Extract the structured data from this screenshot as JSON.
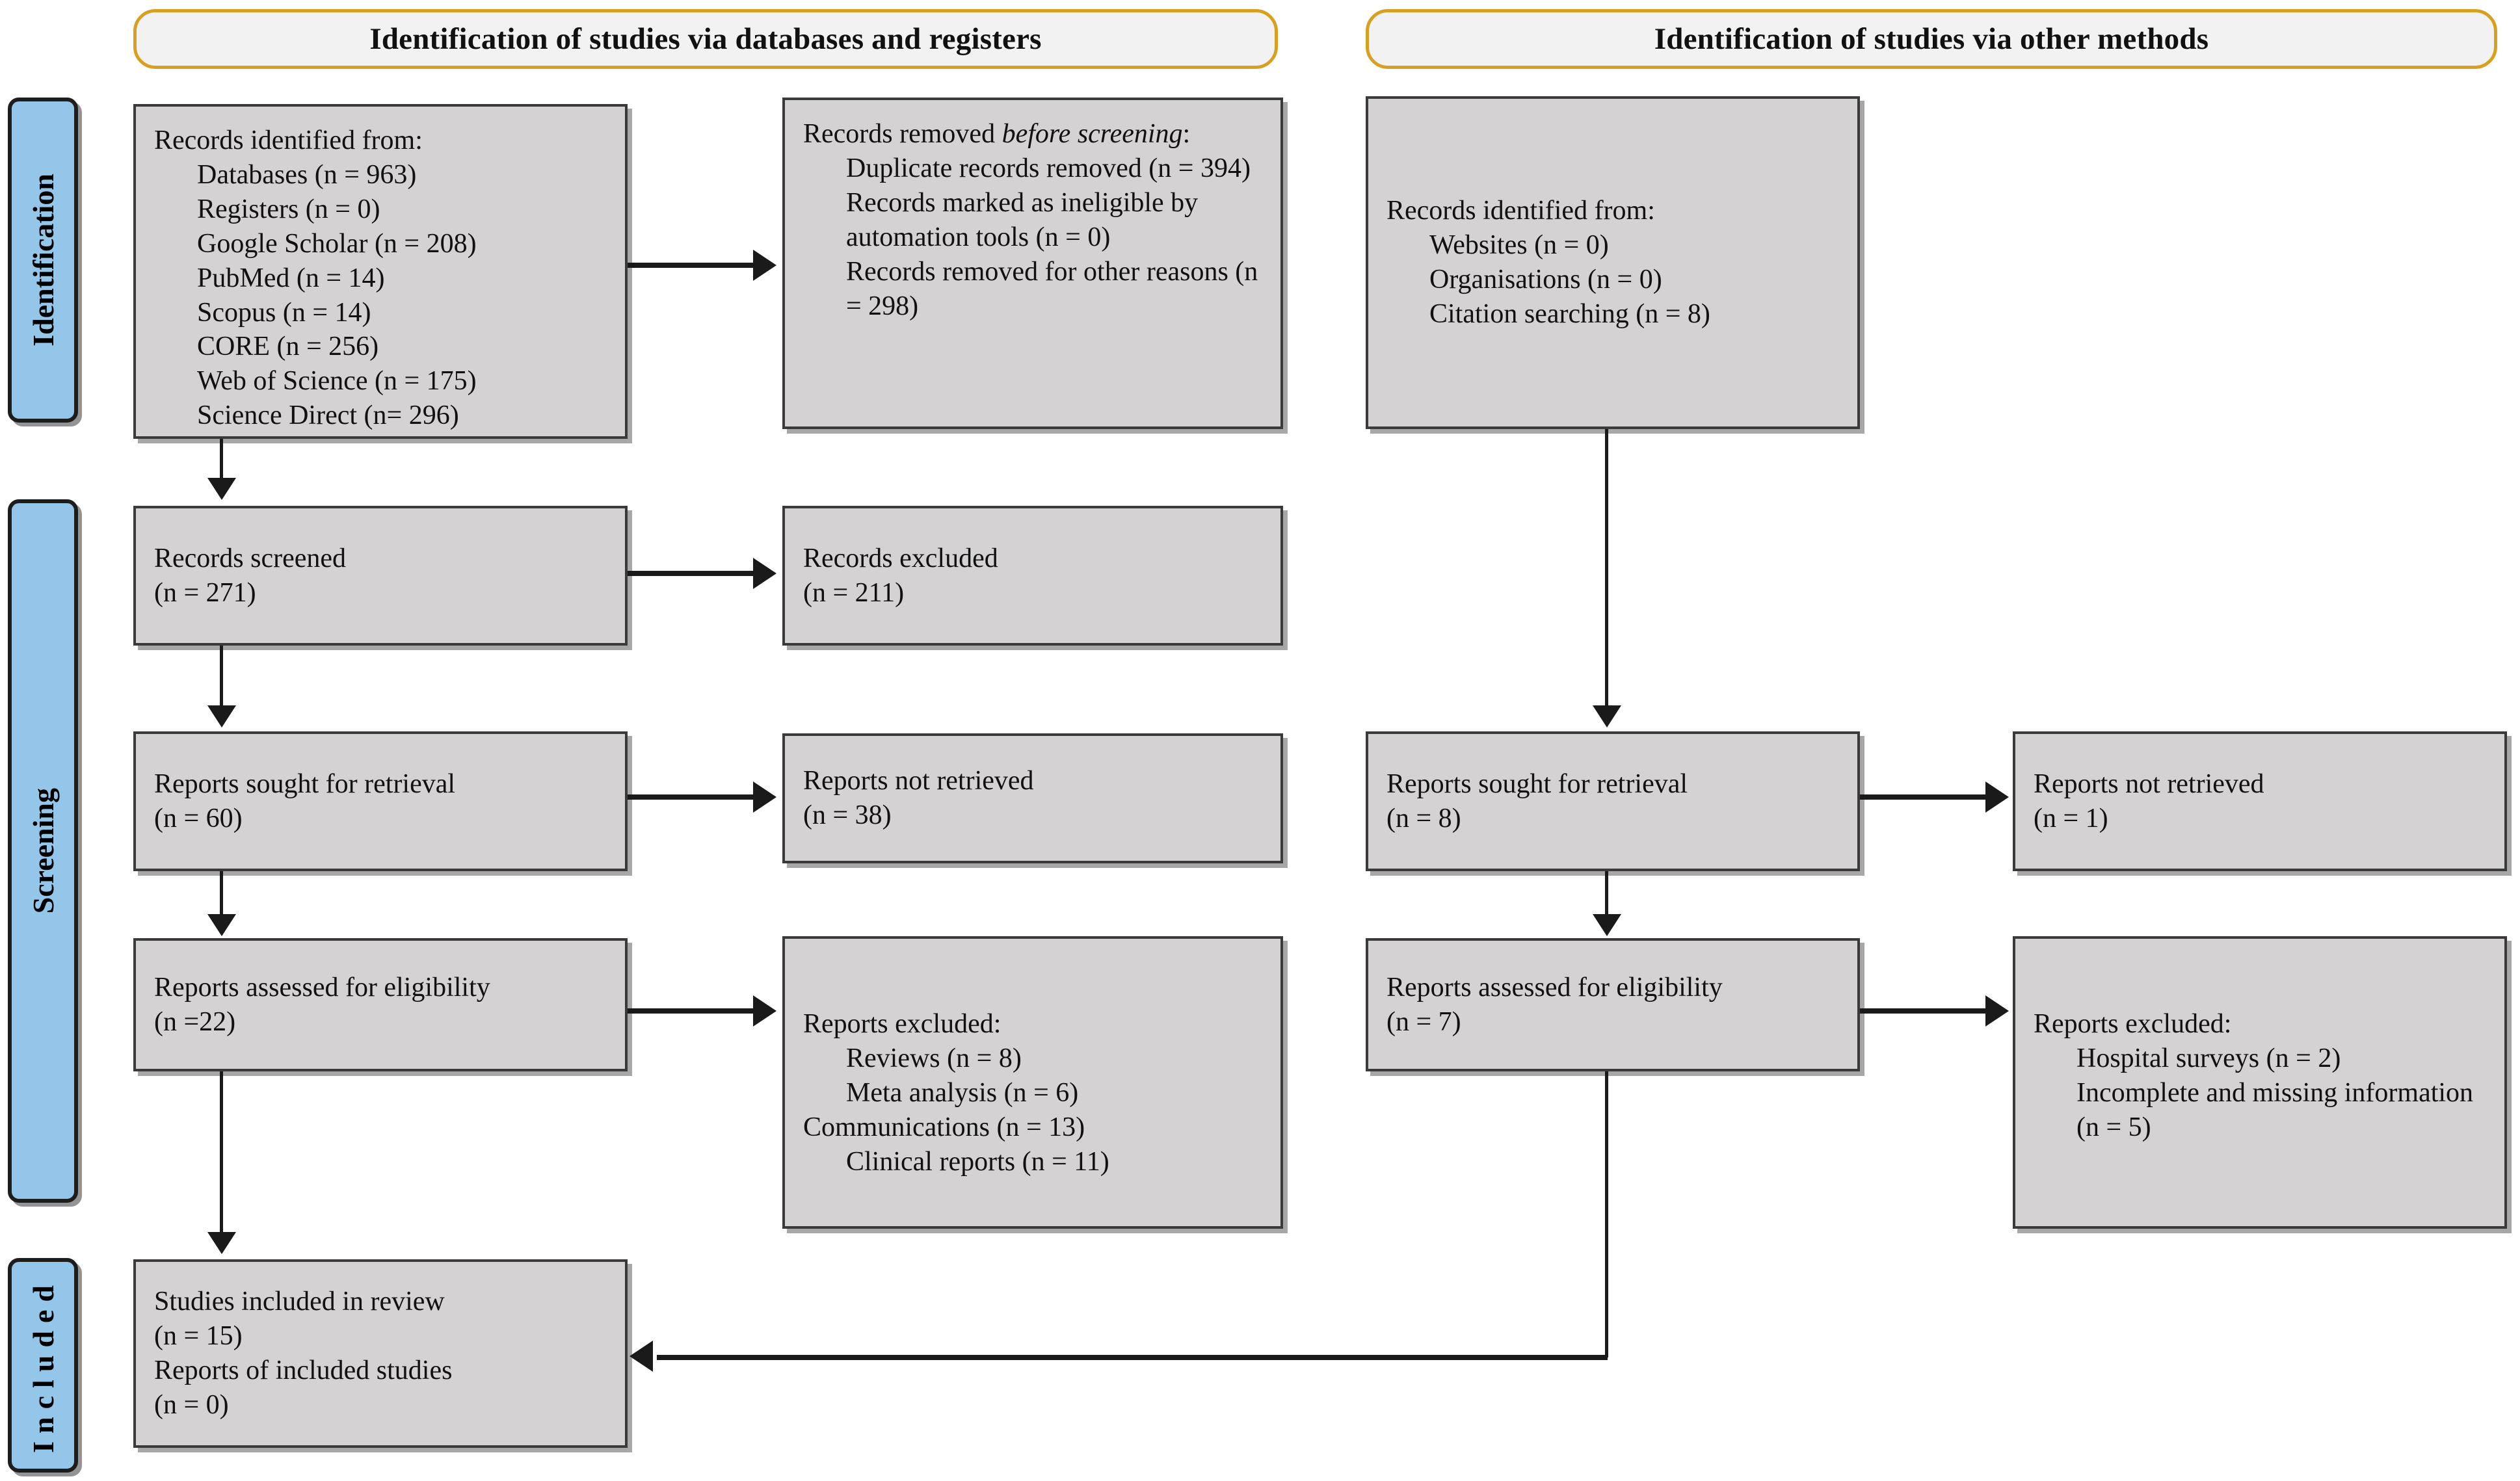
{
  "banners": {
    "left": "Identification of studies via databases and registers",
    "right": "Identification of studies via other methods"
  },
  "stages": {
    "identification": "Identification",
    "screening": "Screening",
    "included": "Included"
  },
  "left_column": {
    "records_identified": {
      "title": "Records identified from:",
      "items": [
        "Databases (n = 963)",
        "Registers (n = 0)",
        "Google Scholar (n = 208)",
        "PubMed (n = 14)",
        "Scopus (n = 14)",
        "CORE (n = 256)",
        "Web of Science (n = 175)",
        "Science Direct (n= 296)"
      ]
    },
    "records_removed": {
      "title_a": "Records removed ",
      "title_italic": "before screening",
      "title_b": ":",
      "items": [
        "Duplicate records removed (n = 394)",
        "Records marked as ineligible by automation tools (n = 0)",
        "Records removed for other reasons (n = 298)"
      ]
    },
    "records_screened": {
      "line1": "Records screened",
      "line2": "(n = 271)"
    },
    "records_excluded": {
      "line1": "Records excluded",
      "line2": "(n = 211)"
    },
    "reports_sought": {
      "line1": "Reports sought for retrieval",
      "line2": "(n = 60)"
    },
    "reports_not_retrieved": {
      "line1": "Reports not retrieved",
      "line2": "(n = 38)"
    },
    "reports_assessed": {
      "line1": "Reports assessed for eligibility",
      "line2": "(n =22)"
    },
    "reports_excluded": {
      "title": "Reports excluded:",
      "items": [
        "Reviews (n = 8)",
        "Meta analysis (n = 6)"
      ],
      "flush_items": [
        "Communications (n = 13)"
      ],
      "items2": [
        "Clinical reports (n = 11)"
      ]
    },
    "studies_included": {
      "line1": "Studies included in review",
      "line2": "(n = 15)",
      "line3": "Reports of included studies",
      "line4": "(n = 0)"
    }
  },
  "right_column": {
    "records_identified": {
      "title": "Records identified from:",
      "items": [
        "Websites (n = 0)",
        "Organisations (n = 0)",
        "Citation searching (n = 8)"
      ]
    },
    "reports_sought": {
      "line1": "Reports sought for retrieval",
      "line2": "(n = 8)"
    },
    "reports_not_retrieved": {
      "line1": "Reports not retrieved",
      "line2": "(n = 1)"
    },
    "reports_assessed": {
      "line1": "Reports assessed for eligibility",
      "line2": "(n = 7)"
    },
    "reports_excluded": {
      "title": "Reports excluded:",
      "items": [
        "Hospital surveys (n = 2)",
        "Incomplete and missing information (n = 5)"
      ]
    }
  },
  "colors": {
    "banner_border": "#d8a020",
    "banner_fill": "#f2f2f2",
    "pill_fill": "#93c6e8",
    "box_fill": "#d4d2d2",
    "box_border": "#3a3a3a",
    "line": "#1a1a1a"
  }
}
